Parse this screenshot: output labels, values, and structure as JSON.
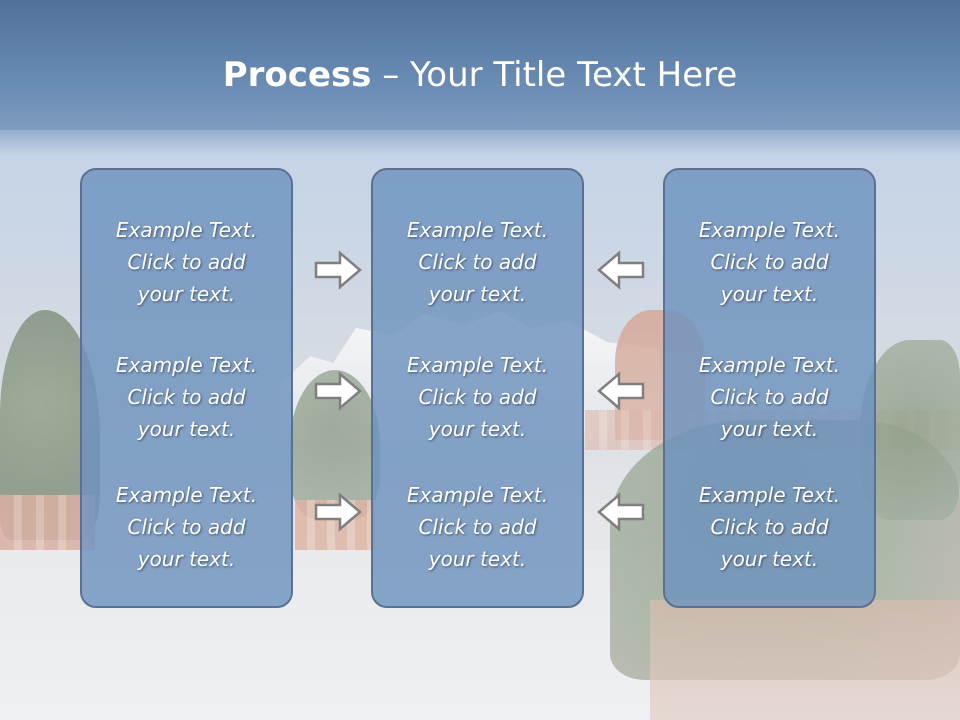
{
  "slide": {
    "title_bold": "Process",
    "title_rest": " – Your Title Text Here"
  },
  "columns": [
    {
      "items": [
        "Example Text.\nClick  to add\nyour text.",
        "Example Text.\nClick  to add\nyour text.",
        "Example Text.\nClick  to add\nyour text."
      ]
    },
    {
      "items": [
        "Example Text.\nClick  to add\nyour text.",
        "Example Text.\nClick  to add\nyour text.",
        "Example Text.\nClick  to add\nyour text."
      ]
    },
    {
      "items": [
        "Example Text.\nClick  to add\nyour text.",
        "Example Text.\nClick  to add\nyour text.",
        "Example Text.\nClick  to add\nyour text."
      ]
    }
  ],
  "arrows": {
    "left_group": [
      "arrow-right-icon",
      "arrow-right-icon",
      "arrow-right-icon"
    ],
    "right_group": [
      "arrow-left-icon",
      "arrow-left-icon",
      "arrow-left-icon"
    ]
  },
  "colors": {
    "title_band": "#5f81ab",
    "panel_fill": "#6e92be",
    "panel_border": "#5a7191",
    "text": "#ffffff"
  }
}
